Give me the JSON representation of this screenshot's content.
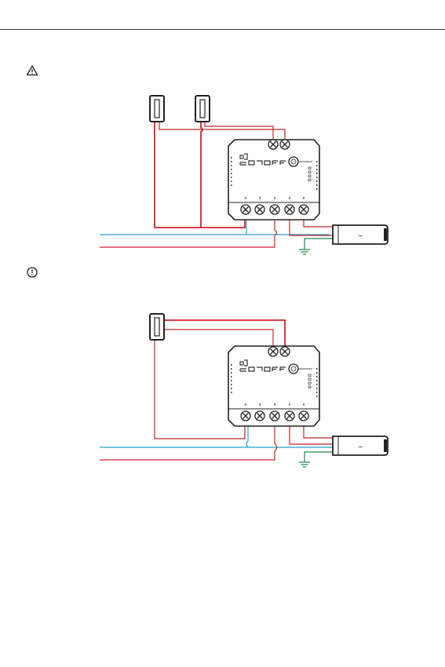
{
  "page": {
    "background": "#ffffff"
  },
  "icons": {
    "warning": "warning-triangle-icon",
    "notice": "exclamation-circle-icon"
  },
  "colors": {
    "live_wire": "#d2232a",
    "neutral_wire": "#22a5c8",
    "switch_wire": "#a0231f",
    "ground_wire": "#1a8a4a",
    "outline": "#222222"
  },
  "diagrams": [
    {
      "id": "two-switch-wiring",
      "switch_count": 2,
      "load_symbol": "~"
    },
    {
      "id": "one-switch-wiring",
      "switch_count": 1,
      "load_symbol": "~"
    }
  ]
}
